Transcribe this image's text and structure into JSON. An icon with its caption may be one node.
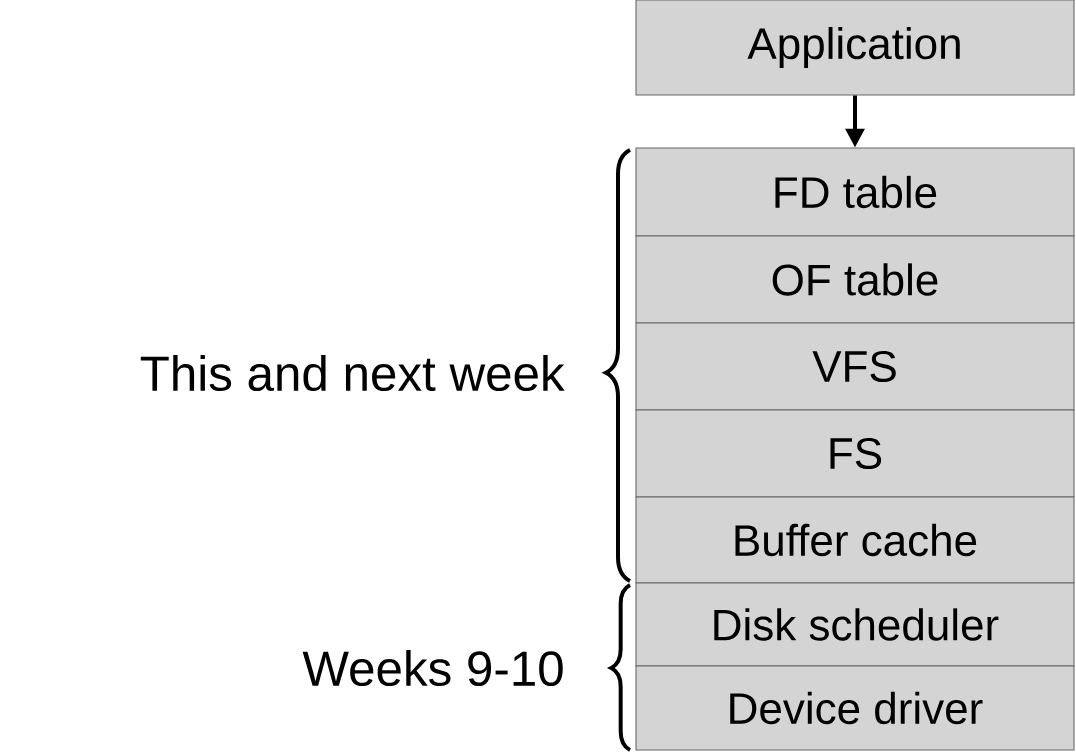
{
  "diagram": {
    "nodes": [
      {
        "text": [
          "Application"
        ]
      },
      {
        "text": [
          "FD table"
        ]
      },
      {
        "text": [
          "OF table"
        ]
      },
      {
        "text": [
          "VFS"
        ]
      },
      {
        "text": [
          "FS"
        ]
      },
      {
        "text": [
          "Buffer cache"
        ]
      },
      {
        "text": [
          "Disk scheduler"
        ]
      },
      {
        "text": [
          "Device driver"
        ]
      }
    ],
    "edges": [
      {
        "from": 0,
        "to": 1,
        "arrow": "to"
      }
    ],
    "labels": [
      "This and next week",
      "Weeks 9-10"
    ]
  }
}
